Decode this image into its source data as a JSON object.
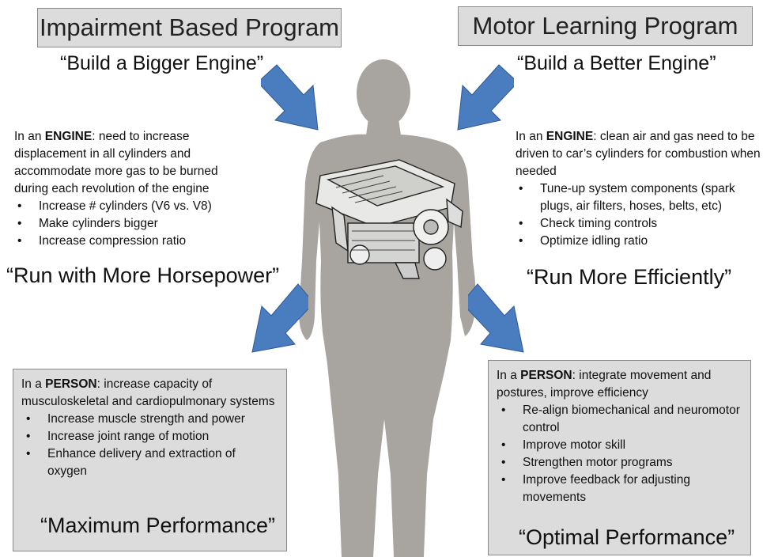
{
  "left": {
    "title": "Impairment Based Program",
    "slogan": "“Build a Bigger Engine”",
    "engine_intro_bold": "ENGINE",
    "engine_intro_pre": "In an ",
    "engine_intro_post": ": need to increase displacement in all cylinders and accommodate more gas to be burned during each revolution of the engine",
    "engine_items": [
      "Increase # cylinders (V6 vs. V8)",
      "Make cylinders bigger",
      "Increase compression ratio"
    ],
    "run_slogan": "“Run with More Horsepower”",
    "person_intro_pre": "In a ",
    "person_intro_bold": "PERSON",
    "person_intro_post": ": increase capacity of musculoskeletal and cardiopulmonary systems",
    "person_items": [
      "Increase muscle strength and power",
      "Increase joint range of motion",
      "Enhance delivery and extraction of oxygen"
    ],
    "performance": "“Maximum Performance”"
  },
  "right": {
    "title": "Motor Learning Program",
    "slogan": "“Build a Better Engine”",
    "engine_intro_pre": "In an ",
    "engine_intro_bold": "ENGINE",
    "engine_intro_post": ": clean air and gas need to be driven to car’s cylinders for combustion when needed",
    "engine_items": [
      "Tune-up system components (spark plugs, air filters, hoses, belts, etc)",
      "Check timing controls",
      "Optimize idling ratio"
    ],
    "run_slogan": "“Run More Efficiently”",
    "person_intro_pre": "In a ",
    "person_intro_bold": "PERSON",
    "person_intro_post": ": integrate movement and postures, improve efficiency",
    "person_items": [
      "Re-align biomechanical and neuromotor control",
      "Improve motor skill",
      "Strengthen motor programs",
      "Improve feedback for adjusting movements"
    ],
    "performance": "“Optimal Performance”"
  },
  "colors": {
    "arrow": "#4a7cc0",
    "silhouette": "#a8a5a0",
    "box": "#dcdcdc"
  },
  "icons": [
    "person-silhouette",
    "engine-illustration",
    "arrow"
  ]
}
